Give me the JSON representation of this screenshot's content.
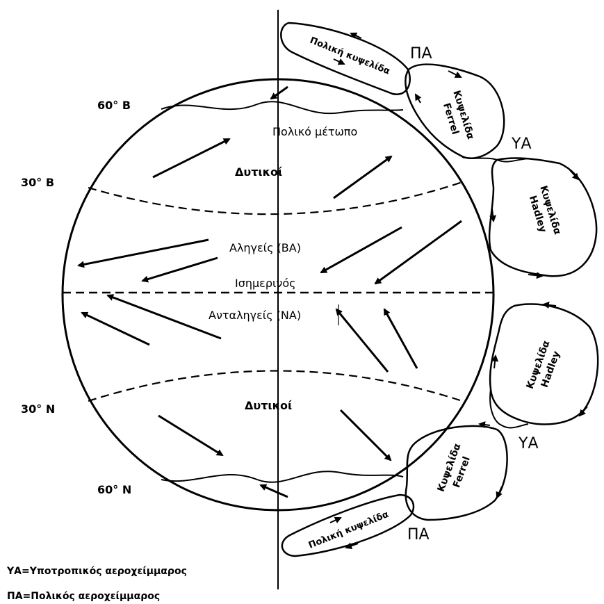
{
  "latitudes": {
    "north_60": "60° Β",
    "north_30": "30° Β",
    "south_30": "30° Ν",
    "south_60": "60° Ν"
  },
  "winds": {
    "polar_front": "Πολικό μέτωπο",
    "westerlies_north": "Δυτικοί",
    "trades": "Αληγείς (ΒΑ)",
    "equator": "Ισημερινός",
    "antitrades": "Ανταληγείς (ΝΑ)",
    "westerlies_south": "Δυτικοί"
  },
  "cells": {
    "polar_north": "Πολική κυψελίδα",
    "ferrel_north_1": "Κυψελίδα",
    "ferrel_north_2": "Ferrel",
    "hadley_north_1": "Κυψελίδα",
    "hadley_north_2": "Hadley",
    "hadley_south_1": "Κυψελίδα",
    "hadley_south_2": "Hadley",
    "ferrel_south_1": "Κυψελίδα",
    "ferrel_south_2": "Ferrel",
    "polar_south": "Πολική κυψελίδα"
  },
  "pressure": {
    "pa_north": "ΠΑ",
    "ya_north": "ΥΑ",
    "ya_south": "ΥΑ",
    "pa_south": "ΠΑ"
  },
  "legend": {
    "ya": "ΥΑ=Υποτροπικός αεροχείμμαρος",
    "pa": "ΠΑ=Πολικός αεροχείμμαρος"
  }
}
